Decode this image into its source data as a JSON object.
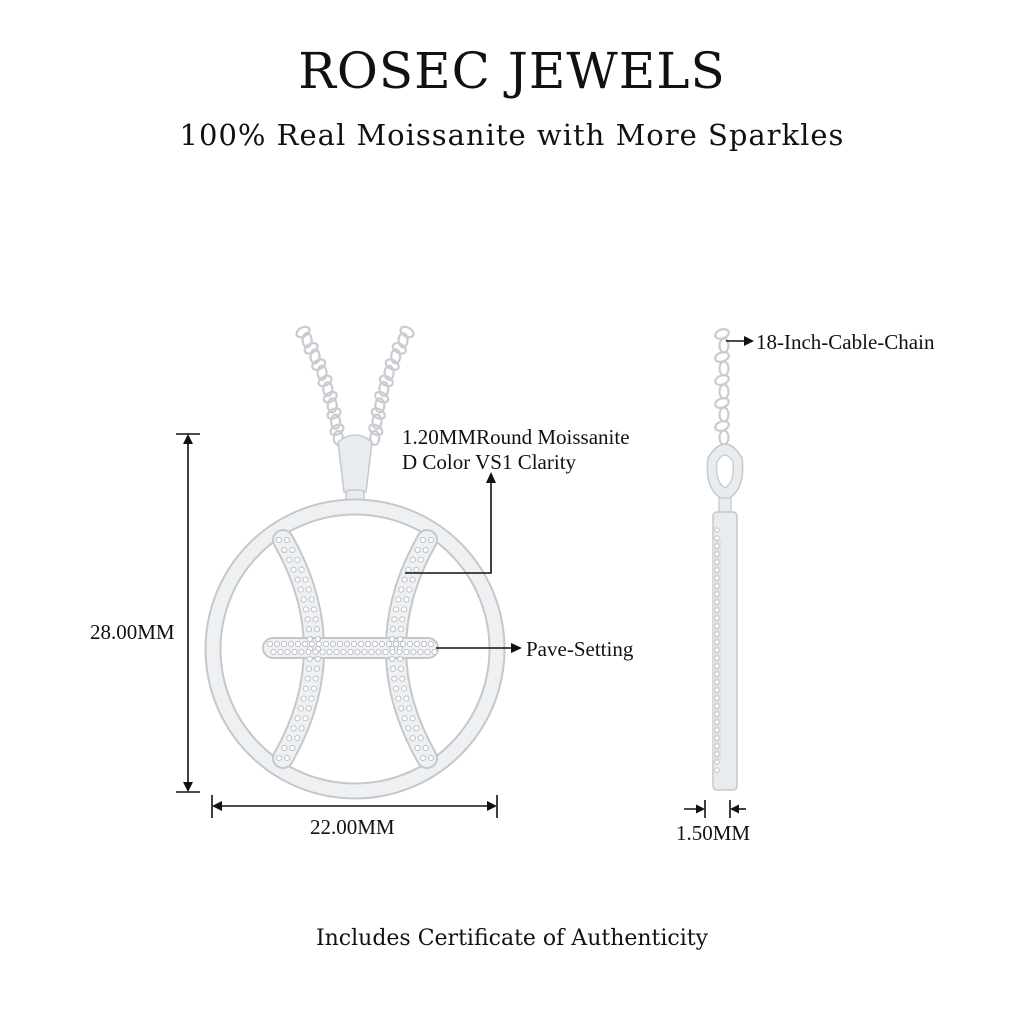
{
  "brand": "ROSEC JEWELS",
  "tagline": "100% Real Moissanite with More Sparkles",
  "footer": "Includes Certificate of Authenticity",
  "labels": {
    "stone_line1": "1.20MMRound Moissanite",
    "stone_line2": "D Color VS1 Clarity",
    "pave": "Pave-Setting",
    "chain": "18-Inch-Cable-Chain",
    "height": "28.00MM",
    "width": "22.00MM",
    "thickness": "1.50MM"
  },
  "colors": {
    "metal": "#e9ecef",
    "metal_edge": "#c3c8cd",
    "stone": "#ffffff",
    "line": "#111111"
  }
}
